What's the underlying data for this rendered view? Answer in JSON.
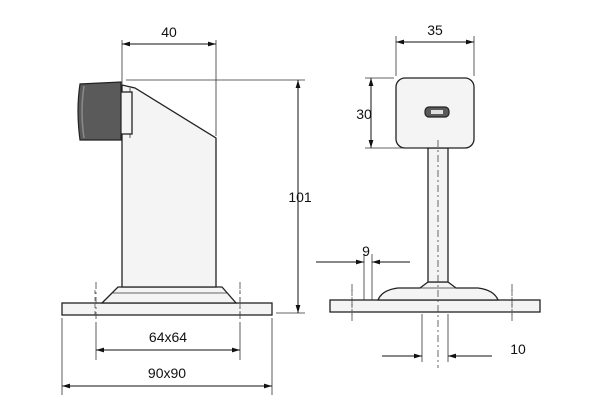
{
  "dimensions": {
    "top_width": "40",
    "height": "101",
    "base_inner": "64x64",
    "base_outer": "90x90",
    "head_width": "35",
    "head_height": "30",
    "post_diameter": "9",
    "hole_offset": "10"
  }
}
